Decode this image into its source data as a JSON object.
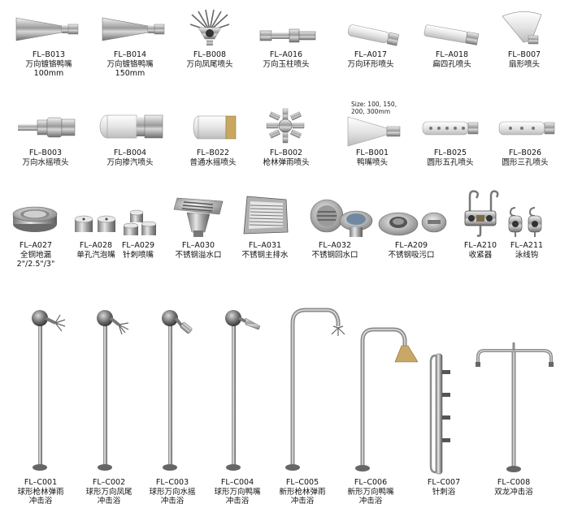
{
  "items": [
    {
      "code": "FL–B013",
      "name": "万向镀铬鸭嘴",
      "extra": "100mm",
      "icon": "duck-nozzle-icon"
    },
    {
      "code": "FL–B014",
      "name": "万向镀铬鸭嘴",
      "extra": "150mm",
      "icon": "duck-nozzle-icon"
    },
    {
      "code": "FL–B008",
      "name": "万向凤尾喷头",
      "icon": "phoenix-tail-nozzle-icon"
    },
    {
      "code": "FL–A016",
      "name": "万向玉柱喷头",
      "icon": "jade-column-nozzle-icon"
    },
    {
      "code": "FL–A017",
      "name": "万向环形喷头",
      "icon": "ring-nozzle-icon"
    },
    {
      "code": "FL–A018",
      "name": "扁四孔喷头",
      "icon": "flat-four-hole-nozzle-icon"
    },
    {
      "code": "FL–B007",
      "name": "扇形喷头",
      "icon": "fan-nozzle-icon"
    },
    {
      "code": "FL–B003",
      "name": "万向水摇喷头",
      "icon": "water-swing-nozzle-icon"
    },
    {
      "code": "FL–B004",
      "name": "万向掺汽喷头",
      "icon": "aerating-nozzle-icon"
    },
    {
      "code": "FL–B022",
      "name": "普通水摇喷头",
      "icon": "water-swing-nozzle-icon"
    },
    {
      "code": "FL–B002",
      "name": "枪林弹雨喷头",
      "icon": "multi-jet-nozzle-icon"
    },
    {
      "code": "FL–B001",
      "name": "鸭嘴喷头",
      "icon": "duck-nozzle-icon",
      "note": [
        "Size: 100, 150,",
        "200, 300mm"
      ]
    },
    {
      "code": "FL–B025",
      "name": "圆形五孔喷头",
      "icon": "round-five-hole-nozzle-icon"
    },
    {
      "code": "FL–B026",
      "name": "圆形三孔喷头",
      "icon": "round-three-hole-nozzle-icon"
    },
    {
      "code": "FL–A027",
      "name": "全铜地漏",
      "extra": "2\"/2.5\"/3\"",
      "icon": "floor-drain-icon"
    },
    {
      "code": "FL–A028",
      "name": "单孔汽泡嘴",
      "icon": "bubble-nozzle-icon"
    },
    {
      "code": "FL–A029",
      "name": "针刺喷嘴",
      "icon": "needle-nozzle-icon"
    },
    {
      "code": "FL–A030",
      "name": "不锈钢溢水口",
      "icon": "overflow-outlet-icon"
    },
    {
      "code": "FL–A031",
      "name": "不锈钢主排水",
      "icon": "main-drain-icon"
    },
    {
      "code": "FL–A032",
      "name": "不锈钢回水口",
      "icon": "return-inlet-icon"
    },
    {
      "code": "FL–A209",
      "name": "不锈钢吸污口",
      "icon": "vacuum-inlet-icon"
    },
    {
      "code": "FL–A210",
      "name": "收紧器",
      "icon": "tensioner-icon"
    },
    {
      "code": "FL–A211",
      "name": "泳线钩",
      "icon": "lane-hook-icon"
    },
    {
      "code": "FL–C001",
      "name": "球形枪林弹雨",
      "extra": "冲击浴",
      "icon": "ball-shower-icon"
    },
    {
      "code": "FL–C002",
      "name": "球形万向凤尾",
      "extra": "冲击浴",
      "icon": "ball-shower-icon"
    },
    {
      "code": "FL–C003",
      "name": "球形万向水摇",
      "extra": "冲击浴",
      "icon": "ball-shower-icon"
    },
    {
      "code": "FL–C004",
      "name": "球形万向鸭嘴",
      "extra": "冲击浴",
      "icon": "ball-shower-icon"
    },
    {
      "code": "FL–C005",
      "name": "新形枪林弹雨",
      "extra": "冲击浴",
      "icon": "gooseneck-shower-icon"
    },
    {
      "code": "FL–C006",
      "name": "新形万向鸭嘴",
      "extra": "冲击浴",
      "icon": "gooseneck-fan-shower-icon"
    },
    {
      "code": "FL–C007",
      "name": "针刺浴",
      "icon": "needle-shower-column-icon"
    },
    {
      "code": "FL–C008",
      "name": "双龙冲击浴",
      "icon": "double-dragon-shower-icon"
    }
  ]
}
